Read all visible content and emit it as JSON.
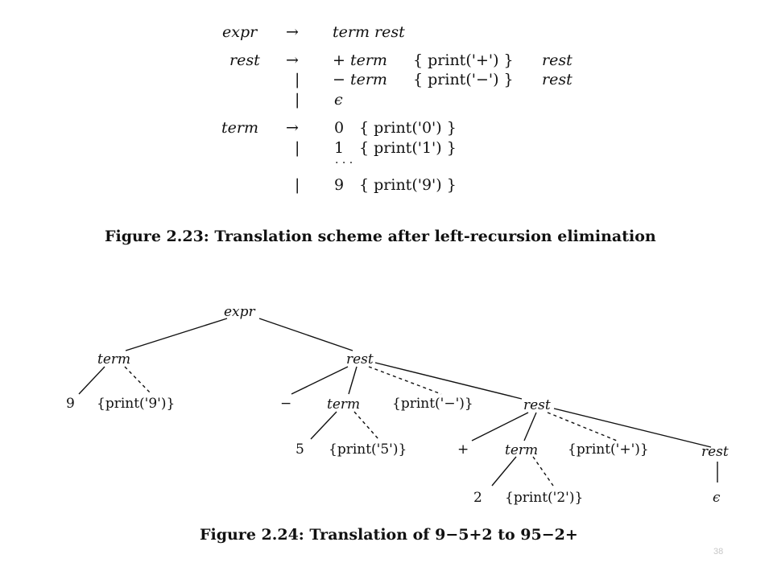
{
  "figure_2_23": {
    "rows": [
      {
        "lhs": "expr",
        "arrow": "→",
        "rhs_sym": "term rest",
        "rhs_act": "",
        "rhs_tail": ""
      },
      {
        "lhs": "rest",
        "arrow": "→",
        "rhs_sym": "+ term",
        "rhs_act": "{ print('+') }",
        "rhs_tail": "rest"
      },
      {
        "lhs": "",
        "arrow": "|",
        "rhs_sym": "− term",
        "rhs_act": "{ print('−') }",
        "rhs_tail": "rest"
      },
      {
        "lhs": "",
        "arrow": "|",
        "rhs_sym": "ϵ",
        "rhs_act": "",
        "rhs_tail": ""
      },
      {
        "lhs": "term",
        "arrow": "→",
        "rhs_sym": "0",
        "rhs_act": "{ print('0') }",
        "rhs_tail": ""
      },
      {
        "lhs": "",
        "arrow": "|",
        "rhs_sym": "1",
        "rhs_act": "{ print('1') }",
        "rhs_tail": ""
      },
      {
        "lhs": "",
        "arrow": "",
        "rhs_sym": "· · ·",
        "rhs_act": "",
        "rhs_tail": ""
      },
      {
        "lhs": "",
        "arrow": "|",
        "rhs_sym": "9",
        "rhs_act": "{ print('9') }",
        "rhs_tail": ""
      }
    ],
    "caption": "Figure 2.23: Translation scheme after left-recursion elimination"
  },
  "figure_2_24": {
    "nodes": {
      "expr": "expr",
      "term1": "term",
      "rest1": "rest",
      "leaf9": "9",
      "act9": "{print('9')}",
      "minus": "−",
      "term2": "term",
      "actminus": "{print('−')}",
      "rest2": "rest",
      "leaf5": "5",
      "act5": "{print('5')}",
      "plus": "+",
      "term3": "term",
      "actplus": "{print('+')}",
      "rest3": "rest",
      "leaf2": "2",
      "act2": "{print('2')}",
      "eps": "ϵ"
    },
    "caption": "Figure 2.24: Translation of 9−5+2 to 95−2+"
  },
  "page_number": "38"
}
